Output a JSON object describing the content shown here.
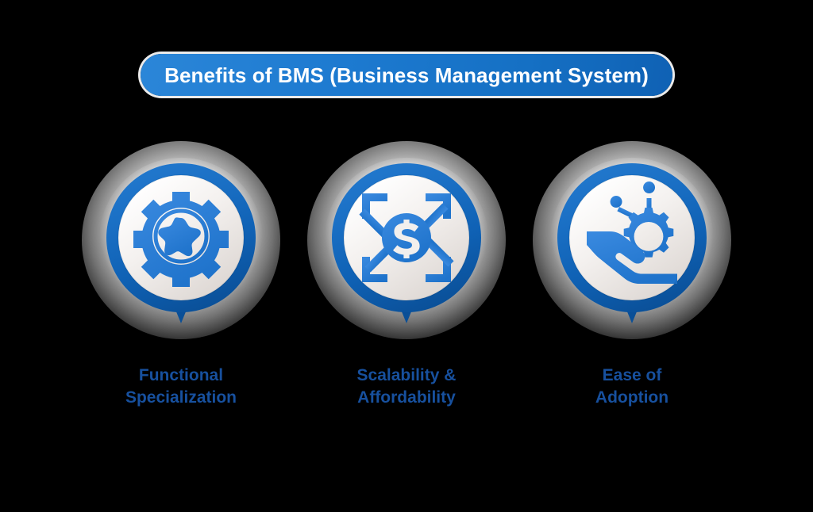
{
  "header": {
    "title": "Benefits of BMS (Business Management System)",
    "pill_color_start": "#2b86d8",
    "pill_color_end": "#0f61b4",
    "text_color": "#ffffff"
  },
  "theme": {
    "background": "#000000",
    "ring_blue": "#1268b8",
    "ring_blue_light": "#1a74c6",
    "ring_blue_dark": "#0d559c",
    "icon_blue": "#2b7fd4",
    "label_color": "#17509E",
    "disc_light": "#fdfdfd",
    "disc_shade": "#ded9d5"
  },
  "benefits": [
    {
      "id": "functional-specialization",
      "icon": "gear-star-icon",
      "label": "Functional\nSpecialization"
    },
    {
      "id": "scalability-affordability",
      "icon": "dollar-expand-arrows-icon",
      "label": "Scalability &\nAffordability"
    },
    {
      "id": "ease-of-adoption",
      "icon": "hand-holding-gear-icon",
      "label": "Ease of\nAdoption"
    }
  ]
}
